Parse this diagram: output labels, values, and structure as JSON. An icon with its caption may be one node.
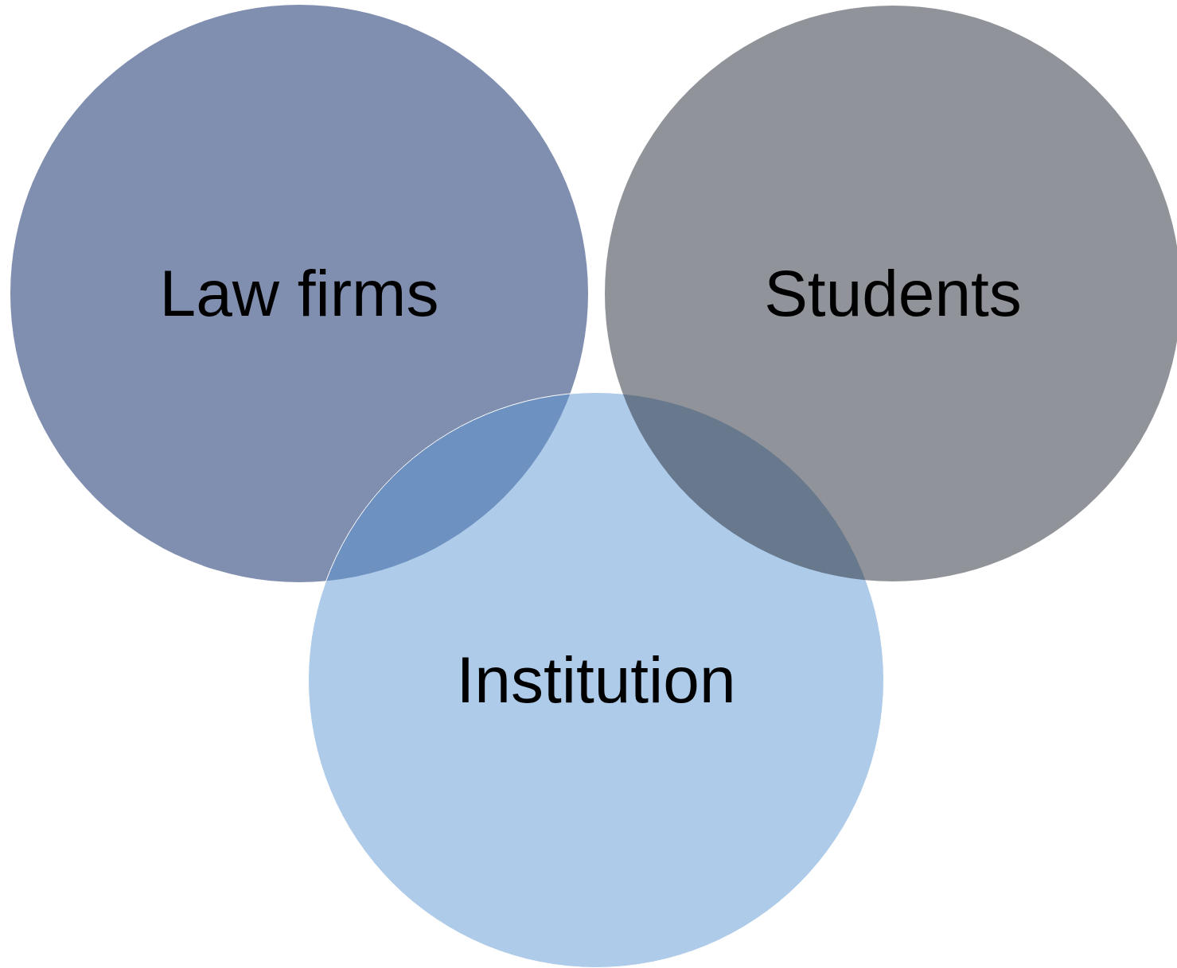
{
  "diagram": {
    "nodes": [
      {
        "text": [
          "Law firms"
        ]
      },
      {
        "text": [
          "Students"
        ]
      },
      {
        "text": [
          "Institution"
        ]
      }
    ]
  }
}
